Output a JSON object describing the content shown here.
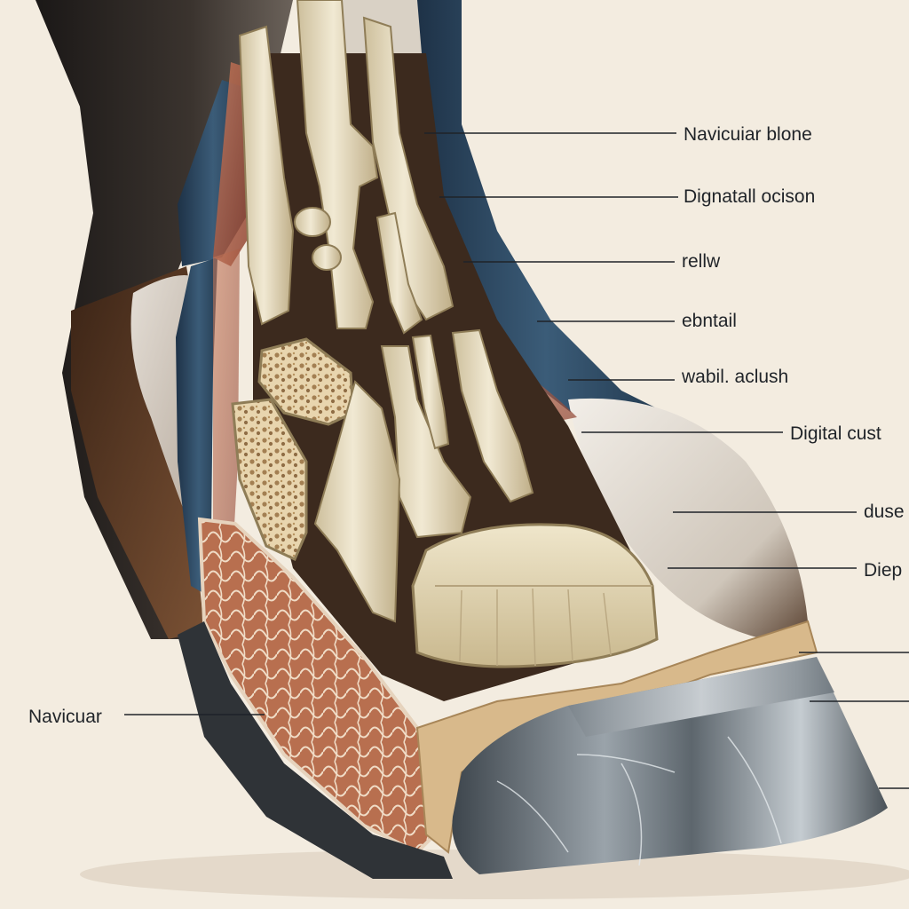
{
  "diagram": {
    "colors": {
      "background": "#f3ece0",
      "bone": "#e6dcc0",
      "bone_shadow": "#b9a983",
      "hair_dark": "#2a2420",
      "hair_brown": "#5b3a22",
      "hair_light": "#e9e3da",
      "tissue_blue": "#2f4a63",
      "tissue_red": "#a9503a",
      "hoof_metal": "#6f7880",
      "leader_line": "#1f2328"
    },
    "labels": [
      {
        "text": "Navicuiar blone"
      },
      {
        "text": "Dignatall ocison"
      },
      {
        "text": "rellw"
      },
      {
        "text": "ebntail"
      },
      {
        "text": "wabil. aclush"
      },
      {
        "text": "Digital cust"
      },
      {
        "text": "duse"
      },
      {
        "text": "Diep"
      },
      {
        "text": "Navicuar"
      }
    ]
  }
}
